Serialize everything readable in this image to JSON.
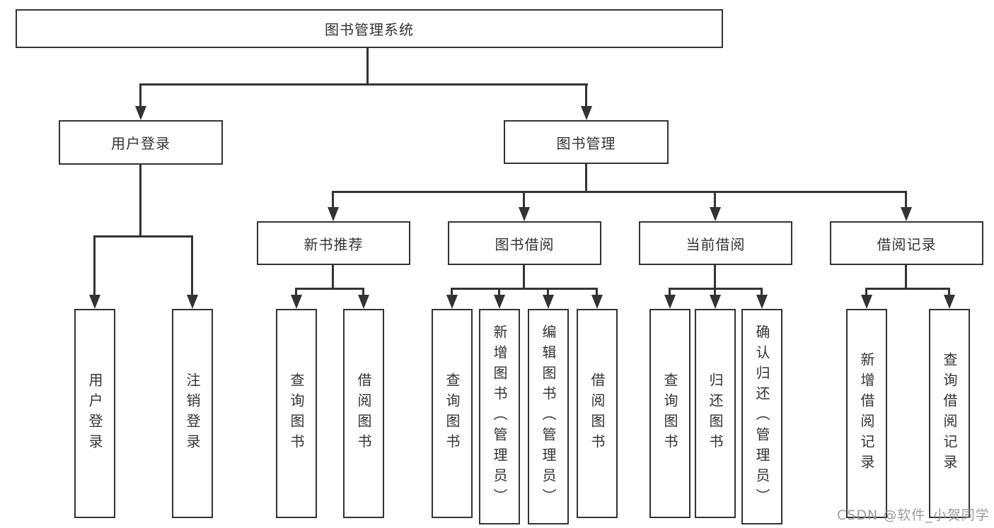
{
  "colors": {
    "line": "#333333",
    "box_border": "#333333",
    "text": "#333333",
    "background": "#ffffff",
    "watermark": "#949494"
  },
  "watermark": "CSDN @软件_小贺同学",
  "tree": {
    "root": {
      "label": "图书管理系统"
    },
    "children": [
      {
        "label": "用户登录",
        "children": [
          {
            "label": "用户登录"
          },
          {
            "label": "注销登录"
          }
        ]
      },
      {
        "label": "图书管理",
        "children": [
          {
            "label": "新书推荐",
            "children": [
              {
                "label": "查询图书"
              },
              {
                "label": "借阅图书"
              }
            ]
          },
          {
            "label": "图书借阅",
            "children": [
              {
                "label": "查询图书"
              },
              {
                "label": "新增图书（管理员）"
              },
              {
                "label": "编辑图书（管理员）"
              },
              {
                "label": "借阅图书"
              }
            ]
          },
          {
            "label": "当前借阅",
            "children": [
              {
                "label": "查询图书"
              },
              {
                "label": "归还图书"
              },
              {
                "label": "确认归还（管理员）"
              }
            ]
          },
          {
            "label": "借阅记录",
            "children": [
              {
                "label": "新增借阅记录"
              },
              {
                "label": "查询借阅记录"
              }
            ]
          }
        ]
      }
    ]
  }
}
